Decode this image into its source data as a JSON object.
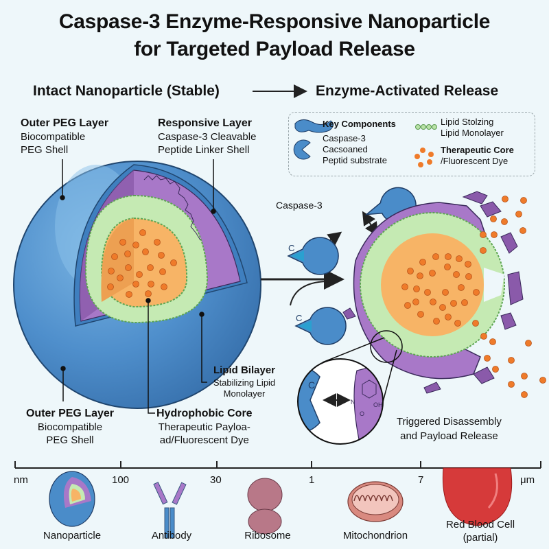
{
  "title": {
    "line1": "Caspase-3 Enzyme-Responsive Nanoparticle",
    "line2": "for Targeted Payload Release"
  },
  "subtitles": {
    "left": "Intact Nanoparticle (Stable)",
    "right": "Enzyme-Activated Release"
  },
  "labels": {
    "outer_peg_top": {
      "heading": "Outer PEG Layer",
      "line1": "Biocompatible",
      "line2": "PEG Shell"
    },
    "responsive": {
      "heading": "Responsive Layer",
      "line1": "Caspase-3 Cleavable",
      "line2": "Peptide Linker Shell"
    },
    "lipid_bilayer": {
      "heading": "Lipid Bilayer",
      "line1": "Stabilizing Lipid",
      "line2": "Monolayer"
    },
    "outer_peg_bottom": {
      "heading": "Outer PEG Layer",
      "line1": "Biocompatible",
      "line2": "PEG Shell"
    },
    "hydrophobic_core": {
      "heading": "Hydrophobic Core",
      "line1": "Therapeutic Payloa-",
      "line2": "ad/Fluorescent Dye"
    }
  },
  "legend": {
    "heading": "Key Components",
    "caspase": [
      "Caspase-3",
      "Cacsoaned",
      "Peptid substrate"
    ],
    "lipid": [
      "Lipid Stolzing",
      "Lipid Monolayer"
    ],
    "core_heading": "Therapeutic Core",
    "core_line": "/Fluorescent Dye"
  },
  "caspase_label": "Caspase-3",
  "enzyme_glyph": "C",
  "zoom_inset": {
    "atoms": {
      "n": "N",
      "oh": "OH",
      "o": "O"
    }
  },
  "release_caption": {
    "line1": "Triggered Disassembly",
    "line2": "and Payload Release"
  },
  "scale": {
    "unit_left": "nm",
    "unit_right": "μm",
    "ticks": [
      "100",
      "30",
      "1",
      "7"
    ],
    "items": [
      "Nanoparticle",
      "Antibody",
      "Ribosome",
      "Mitochondrion"
    ],
    "rbc": {
      "line1": "Red Blood Cell",
      "line2": "(partial)"
    }
  },
  "colors": {
    "peg_blue": "#4a8cc9",
    "responsive_purple": "#a878c8",
    "lipid_green": "#b9e2a8",
    "core_orange": "#f7b466",
    "dye_orange": "#ef7b2a",
    "rbc_red": "#d63a3a"
  }
}
